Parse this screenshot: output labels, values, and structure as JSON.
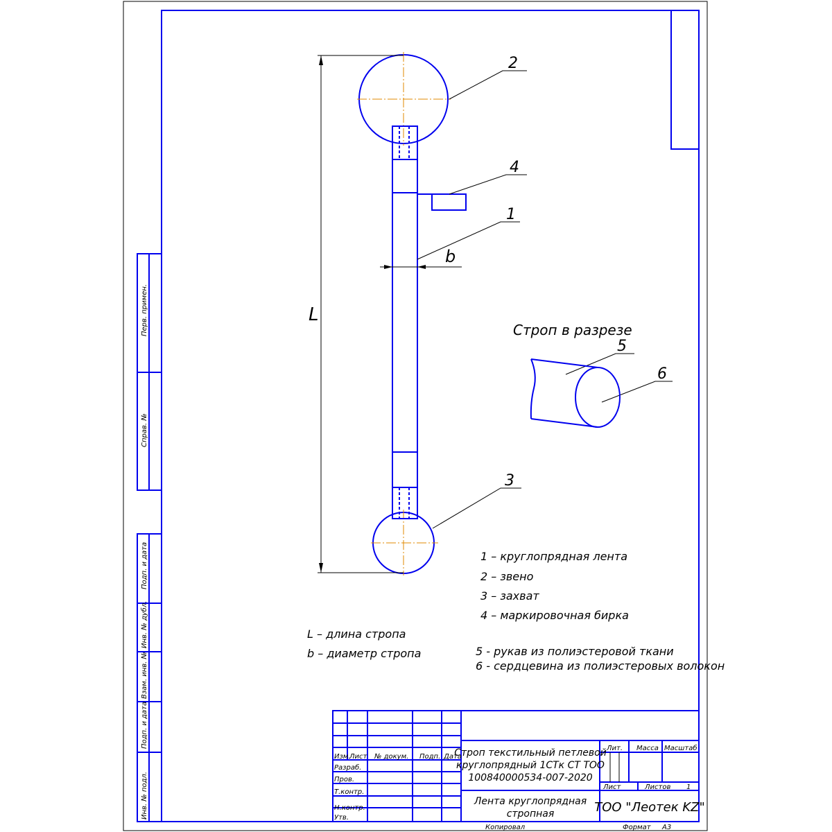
{
  "drawing": {
    "callouts": [
      "1",
      "2",
      "3",
      "4",
      "5",
      "6"
    ],
    "dim_length": "L",
    "dim_width": "b",
    "section_title": "Строп в разрезе"
  },
  "legend": {
    "items": [
      "1 – круглопрядная лента",
      "2 – звено",
      "3 – захват",
      "4 – маркировочная бирка"
    ],
    "dims": [
      "L – длина стропа",
      "b – диаметр стропа"
    ],
    "section_items": [
      "5 - рукав из полиэстеровой ткани",
      "6 - сердцевина из полиэстеровых волокон"
    ]
  },
  "side_stamps": [
    "Перв. примен.",
    "Справ. №",
    "Подп. и дата",
    "Инв. № дубл.",
    "Взам. инв. №",
    "Подп. и дата",
    "Инв. № подл."
  ],
  "title_block": {
    "headers": [
      "Изм.",
      "Лист",
      "№ докум.",
      "Подп.",
      "Дата"
    ],
    "roles": [
      "Разраб.",
      "Пров.",
      "Т.контр.",
      "Н.контр.",
      "Утв."
    ],
    "designation": [
      "Строп текстильный петлевой",
      "круглопрядный 1СТк СТ ТОО",
      "100840000534-007-2020"
    ],
    "name": [
      "Лента круглопрядная",
      "стропная"
    ],
    "lit": "Лит.",
    "mass": "Масса",
    "scale": "Масштаб",
    "sheet": "Лист",
    "sheets": "Листов",
    "sheets_value": "1",
    "company": "ТОО \"Леотек KZ\"",
    "copied": "Копировал",
    "format": "Формат",
    "format_value": "А3"
  },
  "colors": {
    "line": "#0000ee",
    "center": "#e08a00"
  }
}
